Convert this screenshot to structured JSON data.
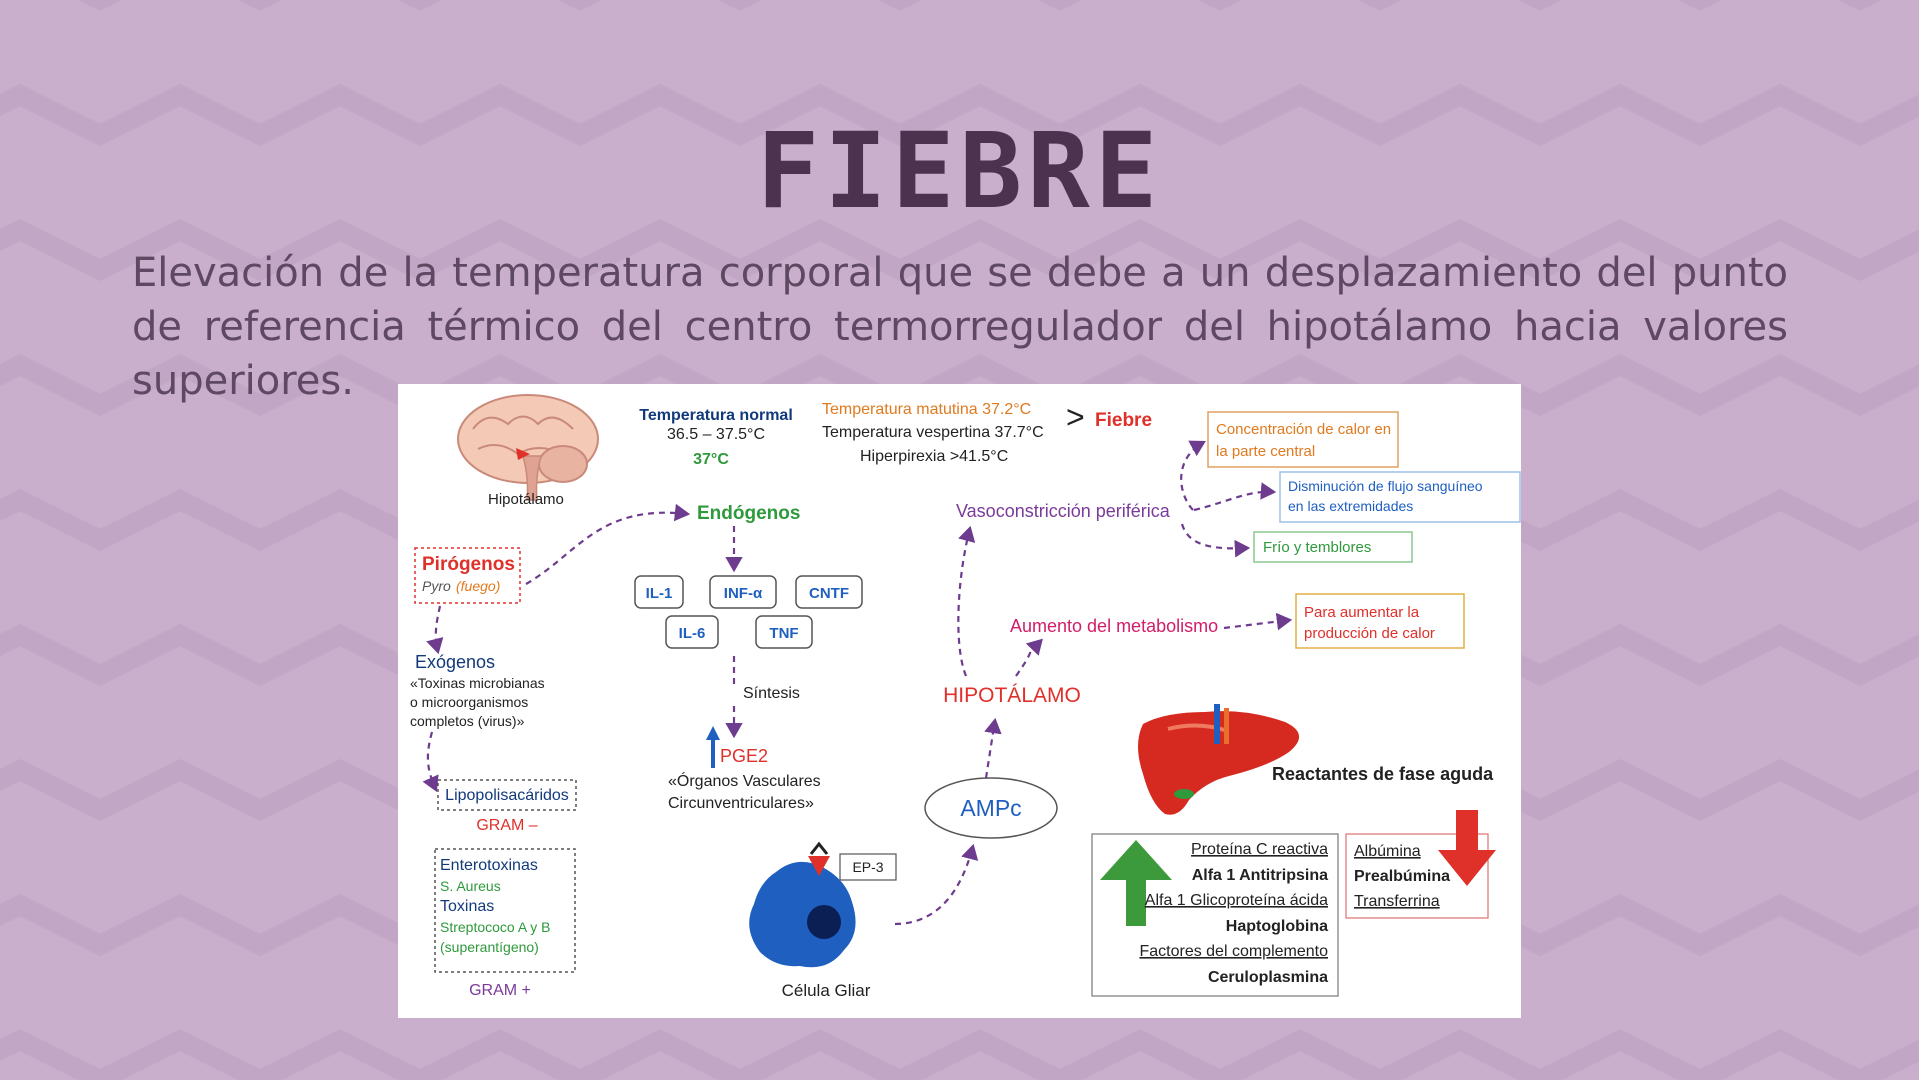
{
  "slide": {
    "title": "FIEBRE",
    "subtitle": "Elevación de la temperatura corporal que se debe a un desplazamiento del punto de referencia térmico del centro termorregulador del hipotálamo hacia valores superiores."
  },
  "diagram": {
    "hipotalamo_label": "Hipotálamo",
    "temp_normal": {
      "title": "Temperatura normal",
      "range": "36.5 – 37.5°C",
      "value": "37°C"
    },
    "temp_fiebre": {
      "matutina": "Temperatura matutina 37.2°C",
      "vespertina": "Temperatura vespertina 37.7°C",
      "hiperpirexia": "Hiperpirexia >41.5°C",
      "gt": ">",
      "fiebre": "Fiebre"
    },
    "pirogenos": {
      "title": "Pirógenos",
      "pyro": "Pyro",
      "fuego": "(fuego)"
    },
    "endogenos": "Endógenos",
    "cytokines": [
      "IL-1",
      "INF-α",
      "CNTF",
      "IL-6",
      "TNF"
    ],
    "sintesis": "Síntesis",
    "pge2": "PGE2",
    "organos": [
      "«Órganos Vasculares",
      "Circunventriculares»"
    ],
    "exogenos": {
      "title": "Exógenos",
      "lines": [
        "«Toxinas microbianas",
        "o microorganismos",
        "completos (virus)»"
      ]
    },
    "lipo": "Lipopolisacáridos",
    "gram_neg": "GRAM –",
    "entero": {
      "title": "Enterotoxinas",
      "sa": "S. Aureus",
      "toxinas": "Toxinas",
      "strep": "Streptococo A y B",
      "super": "(superantígeno)"
    },
    "gram_pos": "GRAM +",
    "celula": "Célula Gliar",
    "ep3": "EP-3",
    "ampc": "AMPc",
    "hipotalamo_center": "HIPOTÁLAMO",
    "aumento": "Aumento del metabolismo",
    "para_aumentar": [
      "Para aumentar la",
      "producción de calor"
    ],
    "vaso": "Vasoconstricción periférica",
    "concentracion": [
      "Concentración de calor en",
      "la parte central"
    ],
    "disminucion": [
      "Disminución de flujo sanguíneo",
      "en las extremidades"
    ],
    "frio": "Frío y temblores",
    "reactantes": "Reactantes de fase aguda",
    "up_list": [
      "Proteína C reactiva",
      "Alfa 1 Antitripsina",
      "Alfa 1 Glicoproteína ácida",
      "Haptoglobina",
      "Factores del complemento",
      "Ceruloplasmina"
    ],
    "down_list": [
      "Albúmina",
      "Prealbúmina",
      "Transferrina"
    ],
    "colors": {
      "background": "#c9afcc",
      "title": "#4d3250",
      "arrows": "#6e3c8e",
      "green": "#2e9a3c",
      "red": "#e0302a",
      "blue": "#1f5fc0",
      "orange": "#e07a1f",
      "pink": "#d21d6a"
    }
  }
}
